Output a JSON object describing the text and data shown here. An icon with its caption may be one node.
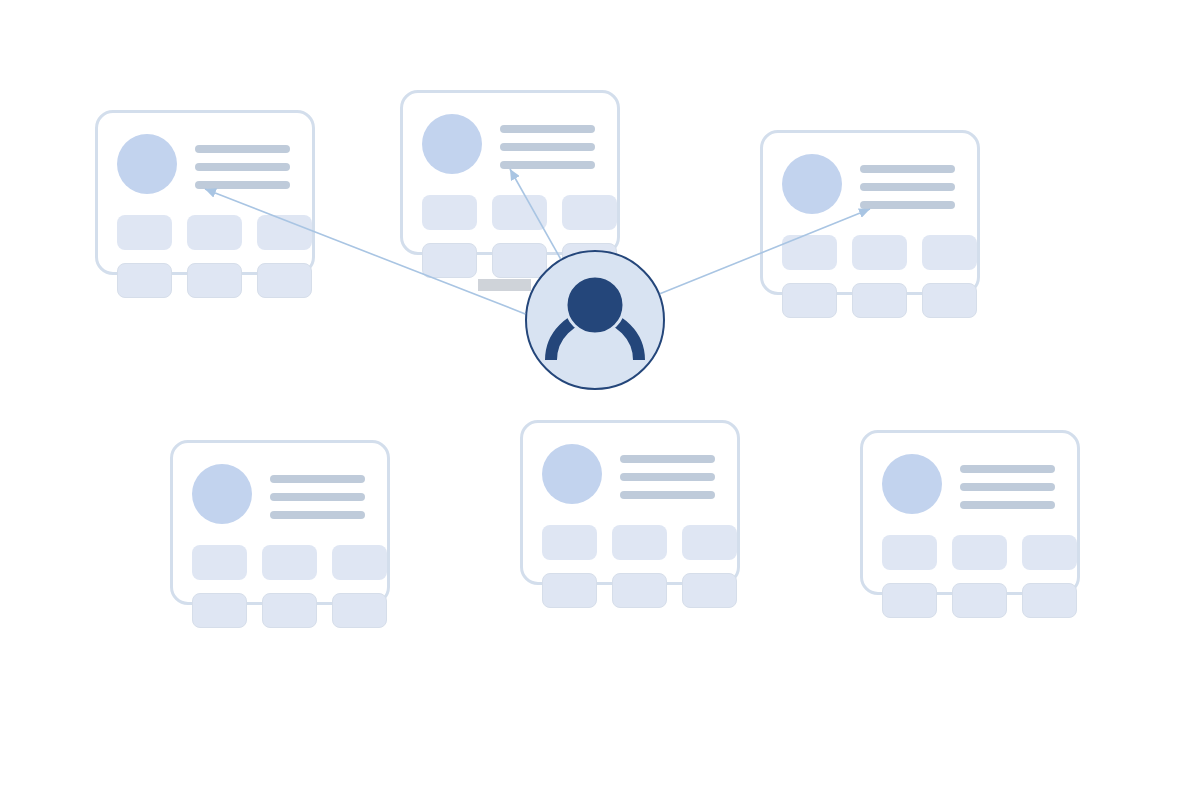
{
  "diagram": {
    "nodes": [
      {
        "text": [],
        "shape": "card"
      },
      {
        "text": [],
        "shape": "bar",
        "in": 0
      },
      {
        "text": [],
        "shape": "card"
      },
      {
        "text": [],
        "shape": "bar",
        "in": 2
      },
      {
        "text": [],
        "shape": "card"
      },
      {
        "text": [],
        "shape": "bar",
        "in": 4
      },
      {
        "text": [],
        "shape": "box"
      },
      {
        "text": [],
        "shape": "person"
      },
      {
        "text": [],
        "shape": "card"
      },
      {
        "text": [],
        "shape": "card"
      },
      {
        "text": [],
        "shape": "card"
      }
    ],
    "edges": [
      {
        "from": 7,
        "to": 1,
        "arrow": "to"
      },
      {
        "from": 7,
        "to": 3,
        "arrow": "to"
      },
      {
        "from": 7,
        "to": 5,
        "arrow": "to"
      }
    ]
  }
}
